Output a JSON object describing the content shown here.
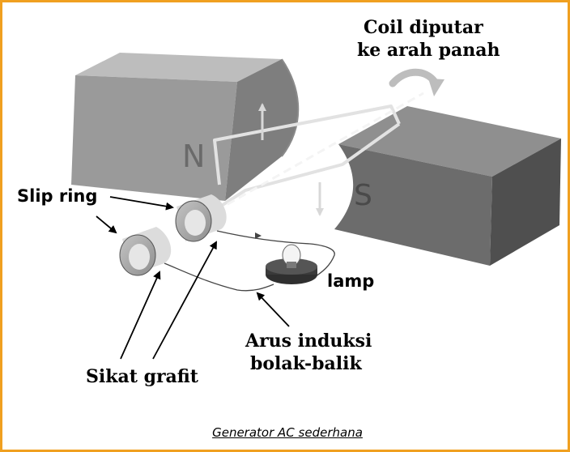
{
  "labels": {
    "coil_line1": "Coil diputar",
    "coil_line2": "ke arah panah",
    "pole_north": "N",
    "pole_south": "S",
    "slip_ring": "Slip ring",
    "lamp": "lamp",
    "current_line1": "Arus induksi",
    "current_line2": "bolak-balik",
    "brush": "Sikat grafit"
  },
  "caption": "Generator AC sederhana",
  "colors": {
    "border": "#f0a020",
    "magnet_north": "#9a9a9a",
    "magnet_south": "#6c6c6c"
  }
}
